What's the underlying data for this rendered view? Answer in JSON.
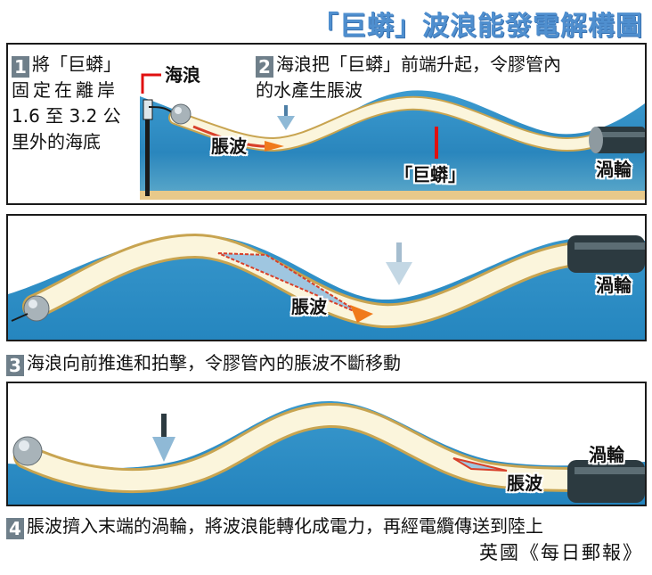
{
  "title": "「巨蟒」波浪能發電解構圖",
  "colors": {
    "title_blue": "#4f8fcf",
    "sea_blue": "#2f8fc4",
    "sea_deep": "#1f7bb4",
    "tube_cream": "#fbf5dc",
    "tube_edge": "#c8a450",
    "bulge_red": "#d8402a",
    "bulge_orange": "#f07a1c",
    "pointer_red": "#e01010",
    "turbine_dark": "#2c3a40",
    "seabed_sand": "#e8c98a",
    "step_box": "#6f7f8a"
  },
  "steps": [
    {
      "number": "1",
      "text": "將「巨蟒」固定在離岸 1.6 至 3.2 公里外的海底",
      "lines": [
        "將「巨蟒」",
        "固定在離岸",
        "1.6 至 3.2 公",
        "里外的海底"
      ]
    },
    {
      "number": "2",
      "text": "海浪把「巨蟒」前端升起，令膠管內的水產生脹波",
      "lines": [
        "海浪把「巨蟒」前端升起，令膠管內",
        "的水產生脹波"
      ]
    },
    {
      "number": "3",
      "text": "海浪向前推進和拍擊，令膠管內的脹波不斷移動"
    },
    {
      "number": "4",
      "text": "脹波擠入末端的渦輪，將波浪能轉化成電力，再經電纜傳送到陸上"
    }
  ],
  "panel1": {
    "labels": {
      "wave": "海浪",
      "bulge": "脹波",
      "anaconda": "「巨蟒」",
      "turbine": "渦輪"
    }
  },
  "panel2": {
    "labels": {
      "bulge": "脹波",
      "turbine": "渦輪"
    }
  },
  "panel3": {
    "labels": {
      "bulge": "脹波",
      "turbine": "渦輪"
    }
  },
  "icons": {
    "wave_arrow": "down-arrow-icon",
    "anchor_buoy": "buoy-icon",
    "turbine": "turbine-icon"
  },
  "source": "英國《每日郵報》"
}
